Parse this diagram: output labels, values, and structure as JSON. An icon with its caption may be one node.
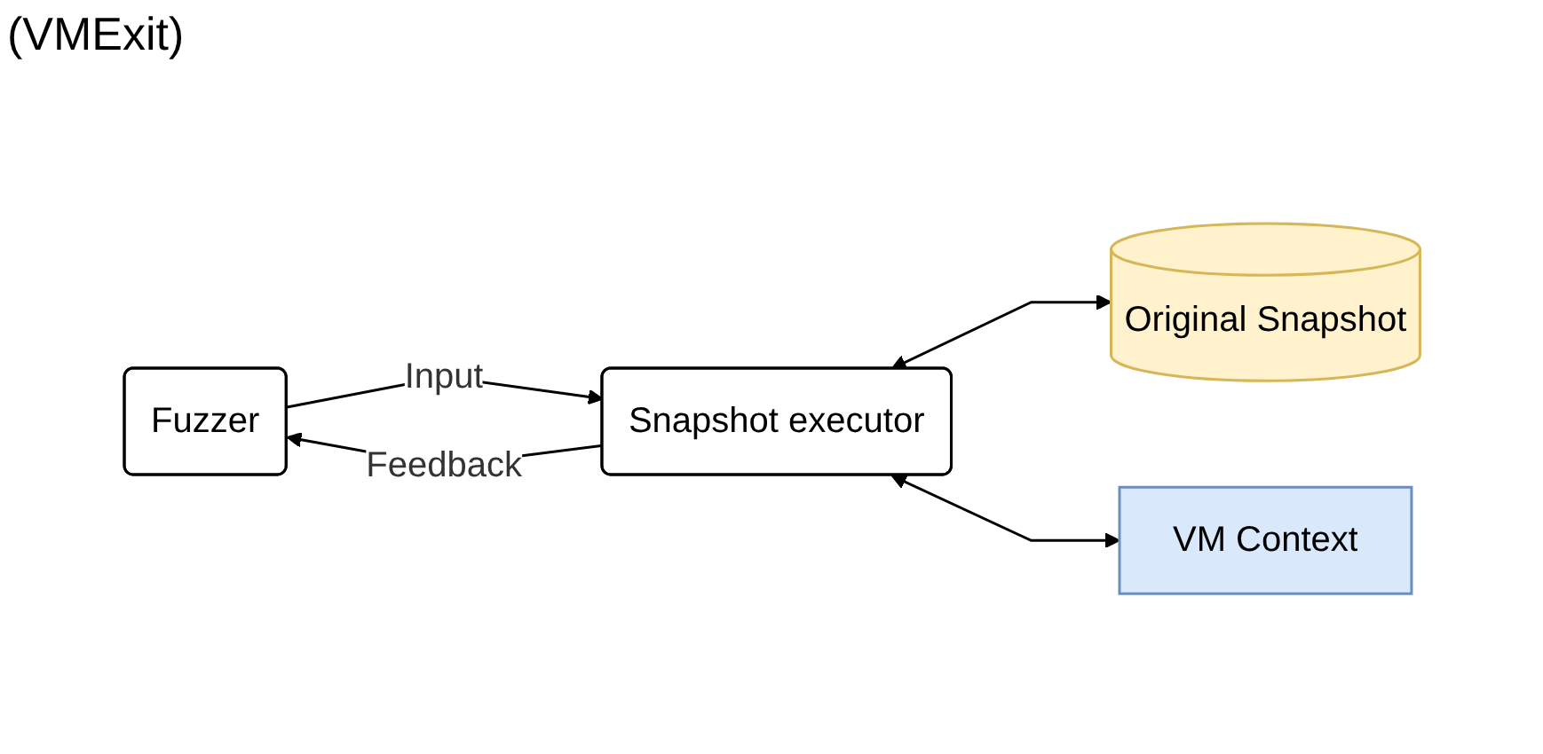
{
  "diagram": {
    "nodes": [
      {
        "text": [
          "Original Snapshot"
        ]
      },
      {
        "text": [
          "Fuzzer"
        ]
      },
      {
        "text": [
          "Snapshot executor"
        ]
      },
      {
        "text": [
          "VM Context"
        ]
      }
    ],
    "edges": [
      {
        "from": 2,
        "to": 0,
        "arrow": "both"
      },
      {
        "from": 1,
        "to": 2,
        "label": "Input",
        "arrow": "to"
      },
      {
        "from": 2,
        "to": 1,
        "label": "Feedback",
        "arrow": "to"
      },
      {
        "from": 2,
        "to": 3,
        "arrow": "both"
      }
    ],
    "labels": [
      "(VMExit)"
    ]
  }
}
